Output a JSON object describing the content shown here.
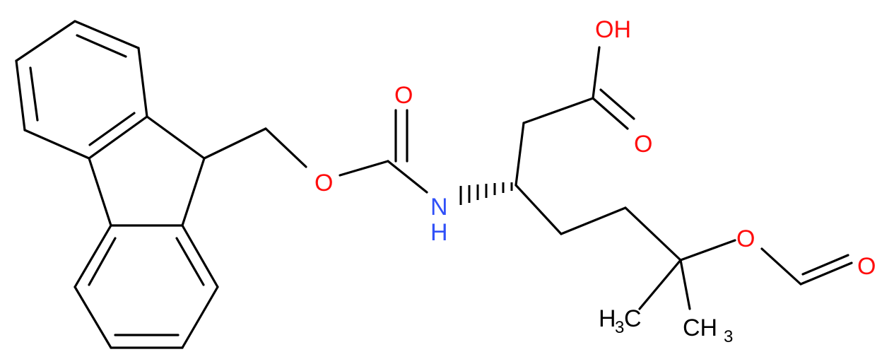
{
  "colors": {
    "background": "#ffffff",
    "bond": "#000000",
    "oxygen": "#ff0d0d",
    "nitrogen": "#3050f8",
    "carbon": "#000000"
  },
  "labels": {
    "hydroxyl": "OH",
    "acid_carbonyl_o": "O",
    "carbamate_carbonyl_o": "O",
    "carbamate_ester_o": "O",
    "amine_n": "N",
    "amine_h": "H",
    "formate_ether_o": "O",
    "formate_carbonyl_o": "O",
    "methyl_left_main": "H",
    "methyl_left_sub": "3",
    "methyl_left_tail": "C",
    "methyl_right_main": "CH",
    "methyl_right_sub": "3"
  }
}
